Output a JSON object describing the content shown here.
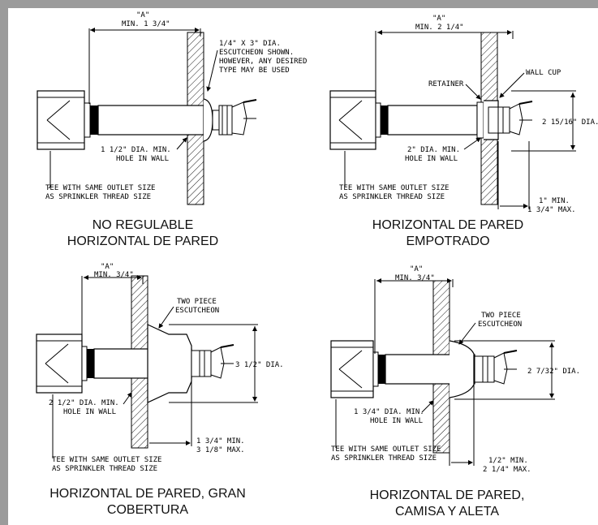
{
  "panels": [
    {
      "dimA": "\"A\"",
      "dimMin": "MIN. 1 3/4\"",
      "note1": "1/4\" X 3\" DIA.",
      "note2": "ESCUTCHEON SHOWN.",
      "note3": "HOWEVER, ANY DESIRED",
      "note4": "TYPE MAY BE USED",
      "hole1": "1 1/2\" DIA. MIN.",
      "hole2": "HOLE IN WALL",
      "tee1": "TEE WITH SAME OUTLET SIZE",
      "tee2": "AS SPRINKLER THREAD SIZE",
      "caption1": "NO REGULABLE",
      "caption2": "HORIZONTAL DE PARED"
    },
    {
      "dimA": "\"A\"",
      "dimMin": "MIN. 2 1/4\"",
      "retainer": "RETAINER",
      "wallcup": "WALL CUP",
      "dia": "2 15/16\" DIA.",
      "hole1": "2\" DIA. MIN.",
      "hole2": "HOLE IN WALL",
      "tee1": "TEE WITH SAME OUTLET SIZE",
      "tee2": "AS SPRINKLER THREAD SIZE",
      "range1": "1\" MIN.",
      "range2": "1 3/4\" MAX.",
      "caption1": "HORIZONTAL DE PARED",
      "caption2": "EMPOTRADO"
    },
    {
      "dimA": "\"A\"",
      "dimMin": "MIN. 3/4\"",
      "esc1": "TWO PIECE",
      "esc2": "ESCUTCHEON",
      "dia": "3 1/2\" DIA.",
      "hole1": "2 1/2\" DIA. MIN.",
      "hole2": "HOLE IN WALL",
      "tee1": "TEE WITH SAME OUTLET SIZE",
      "tee2": "AS SPRINKLER THREAD SIZE",
      "range1": "1 3/4\" MIN.",
      "range2": "3 1/8\" MAX.",
      "caption1": "HORIZONTAL DE PARED, GRAN",
      "caption2": "COBERTURA"
    },
    {
      "dimA": "\"A\"",
      "dimMin": "MIN. 3/4\"",
      "esc1": "TWO PIECE",
      "esc2": "ESCUTCHEON",
      "dia": "2 7/32\" DIA.",
      "hole1": "1 3/4\" DIA. MIN.",
      "hole2": "HOLE IN WALL",
      "tee1": "TEE WITH SAME OUTLET SIZE",
      "tee2": "AS SPRINKLER THREAD SIZE",
      "range1": "1/2\" MIN.",
      "range2": "2 1/4\" MAX.",
      "caption1": "HORIZONTAL DE PARED,",
      "caption2": "CAMISA Y ALETA"
    }
  ]
}
